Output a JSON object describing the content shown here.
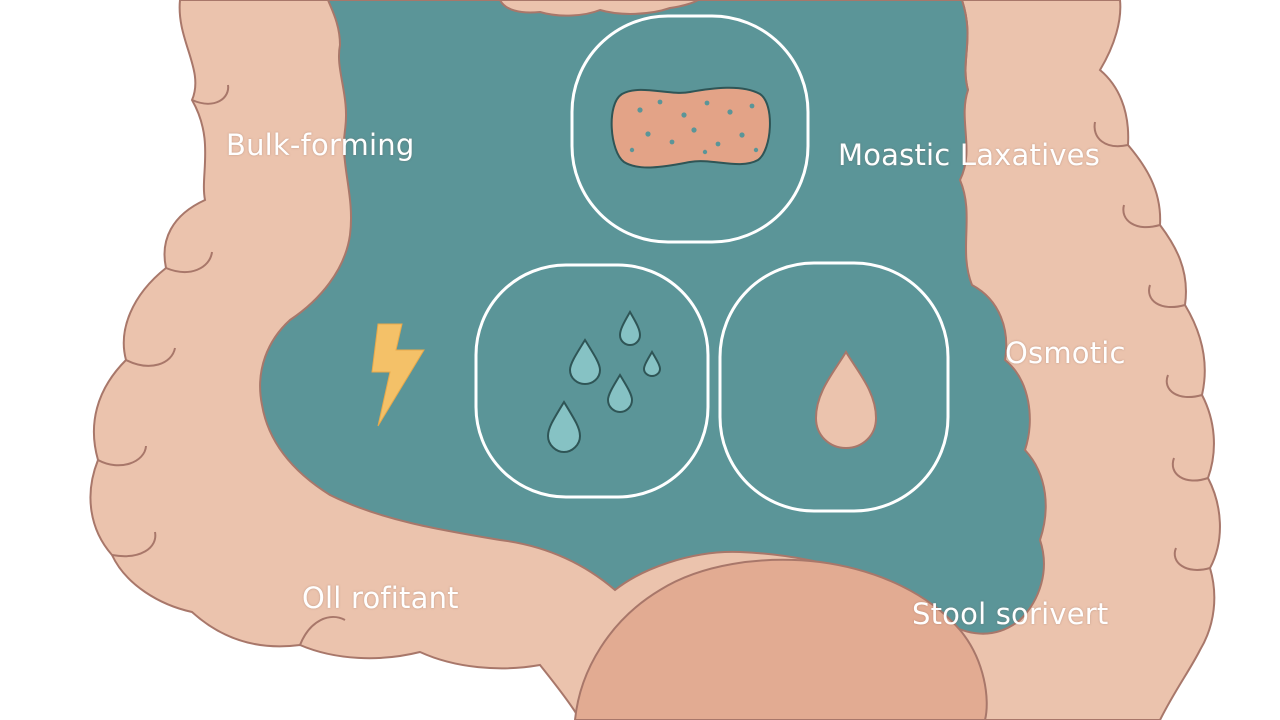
{
  "labels": {
    "bulk_forming": "Bulk-forming",
    "mosstic": "Moastic Laxatives",
    "osmotic": "Osmotic",
    "oil": "Oll rofitant",
    "stool": "Stool sorivert"
  },
  "colors": {
    "background": "#ffffff",
    "colon": "#ebc3ad",
    "colon_outline": "#a8776a",
    "cavity": "#5b9598",
    "panel_outline": "#ffffff",
    "bulk_pad": "#e3a387",
    "drop": "#86c2c4",
    "drop_outline": "#2f5556",
    "bolt": "#f4c168",
    "stool_mass": "#e2ab92"
  },
  "icons": [
    "bulk-fiber-pad-icon",
    "water-drops-icon",
    "single-drop-icon",
    "lightning-bolt-icon"
  ]
}
